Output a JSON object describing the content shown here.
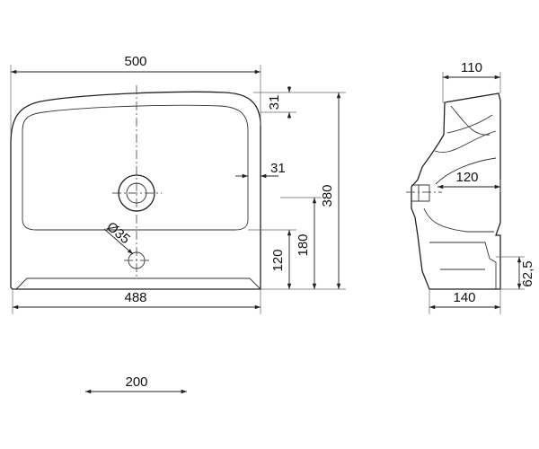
{
  "drawing": {
    "dimensions": {
      "top_width": "500",
      "inner_width": "488",
      "top_rim": "31",
      "tap_hole_offset": "31",
      "total_height": "380",
      "drain_height": "180",
      "lower_height": "120",
      "drain_diameter": "Ø35",
      "bottom_width": "200",
      "side_top_depth": "110",
      "side_mid_depth": "120",
      "side_bottom_depth": "140",
      "side_small_height": "62,5"
    }
  }
}
